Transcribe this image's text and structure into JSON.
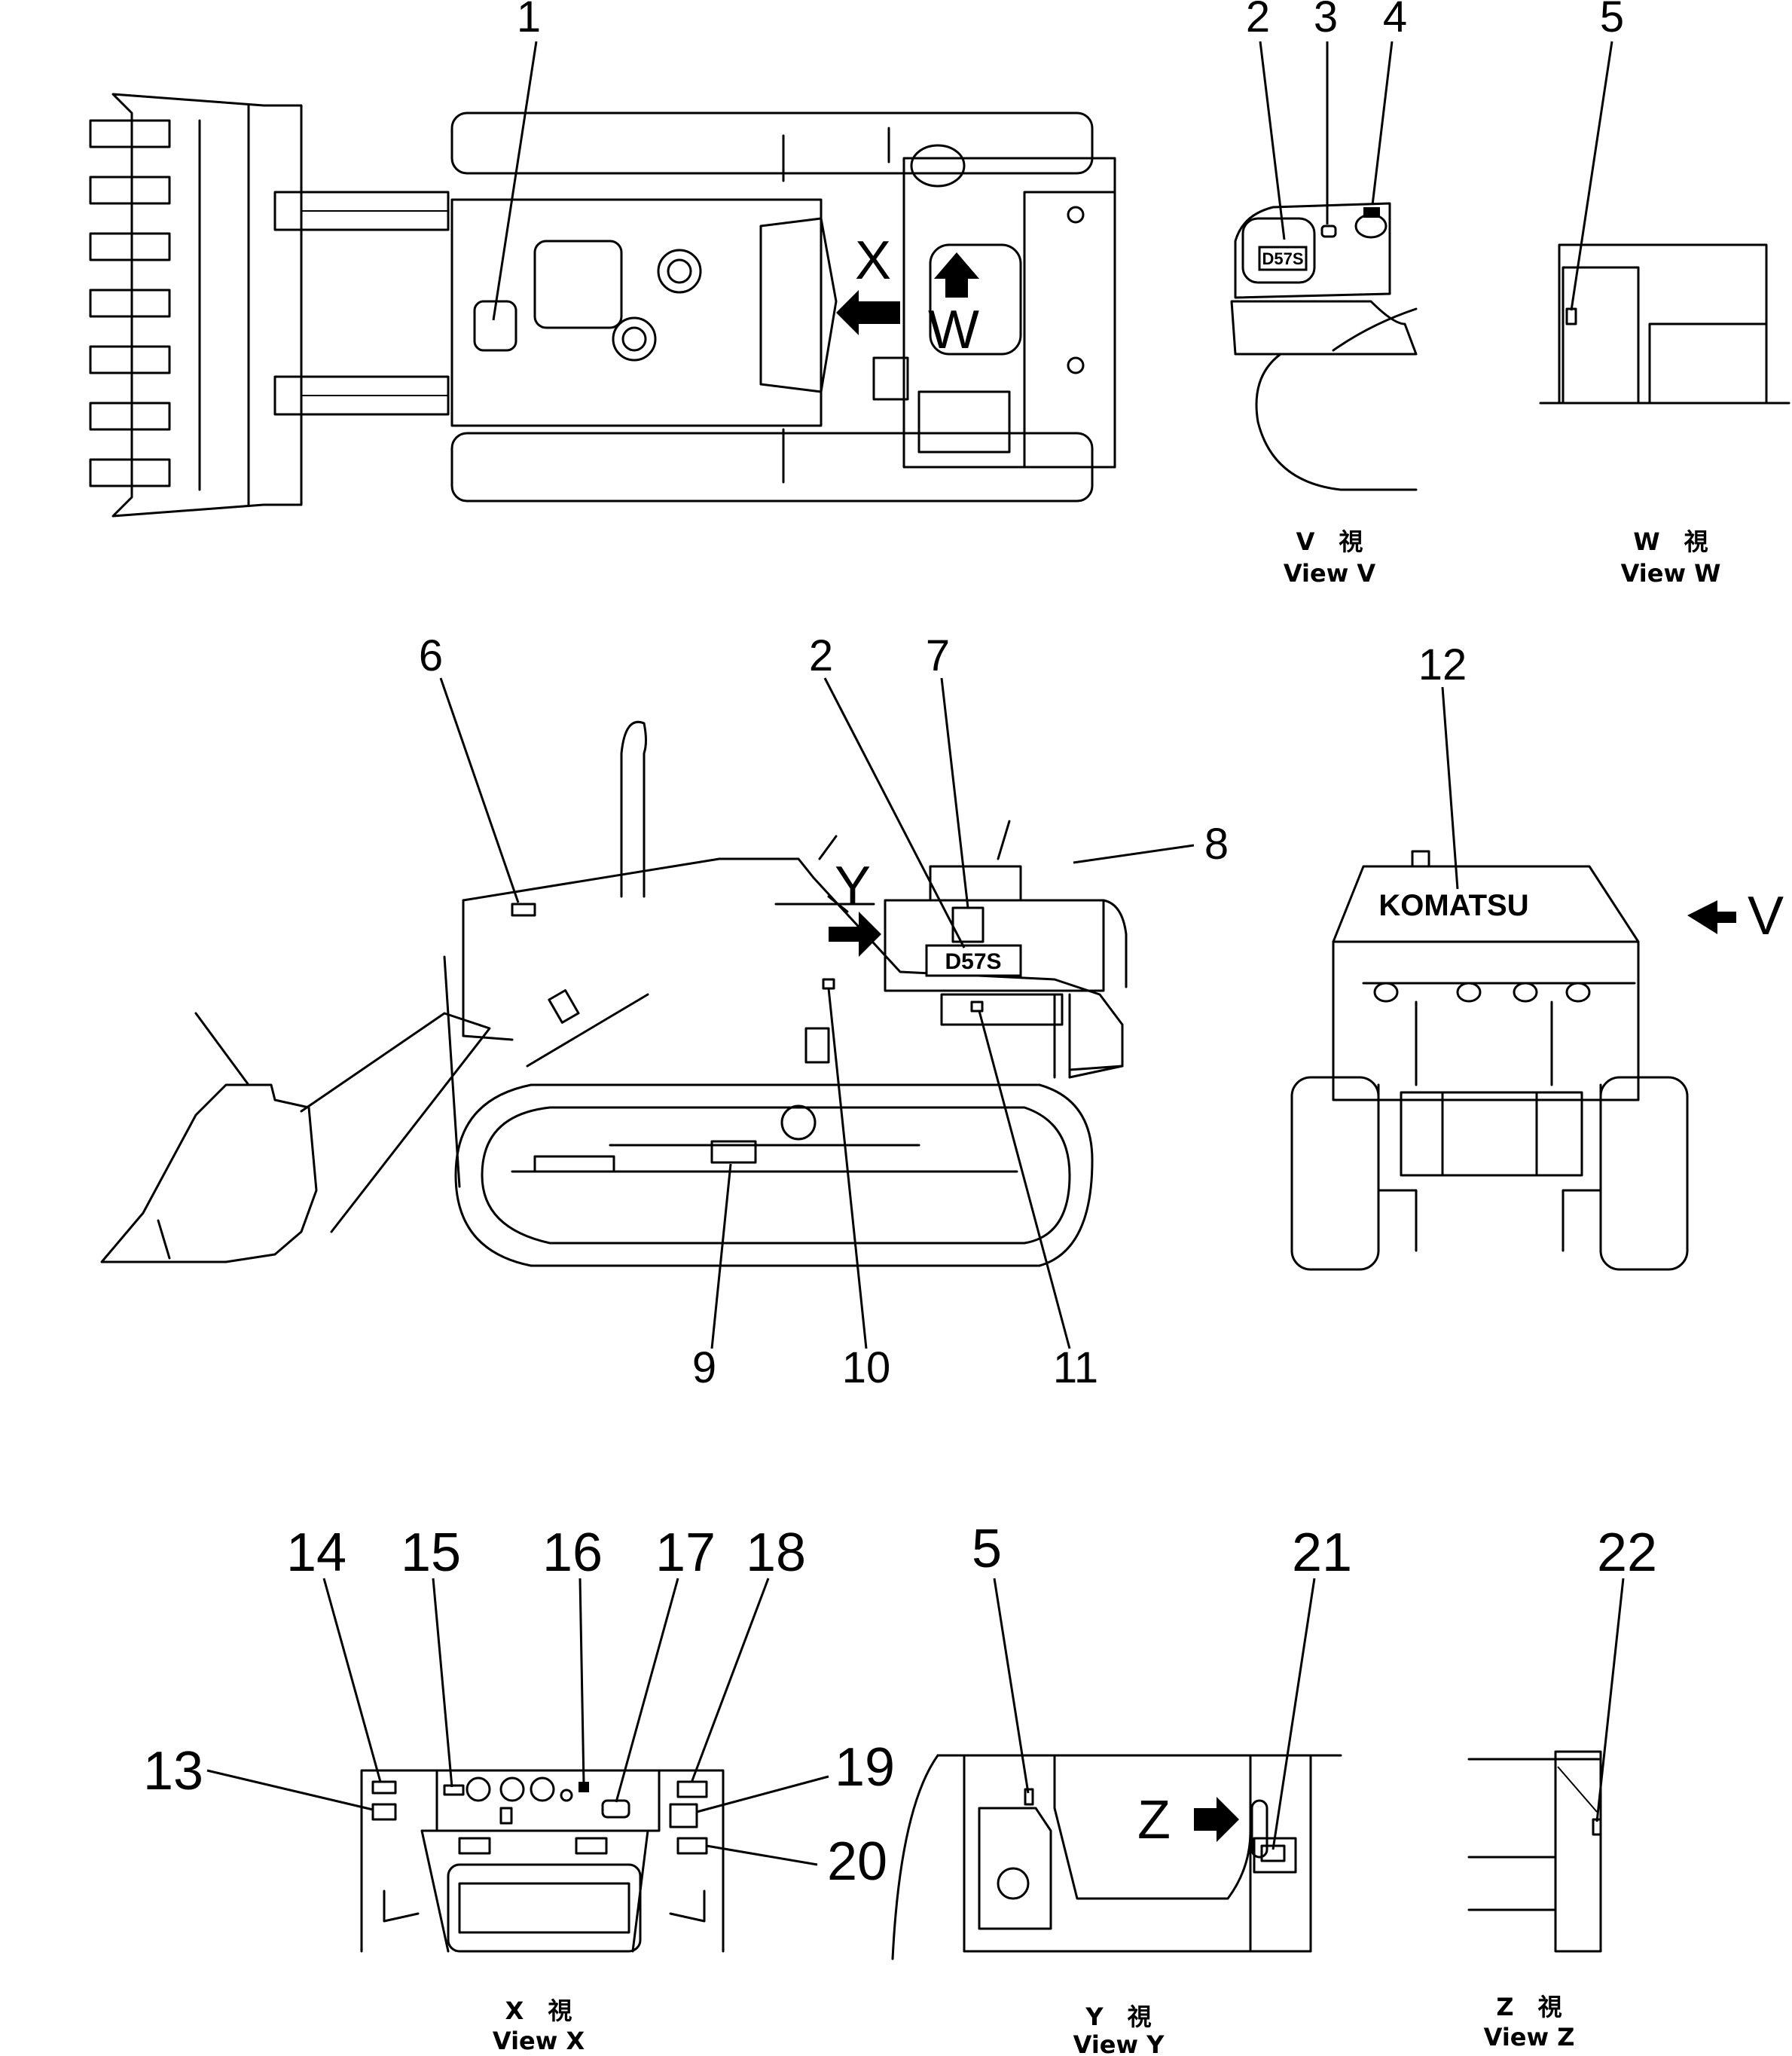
{
  "callouts": {
    "top_plan": [
      "1"
    ],
    "view_v": [
      "2",
      "3",
      "4"
    ],
    "view_w": [
      "5"
    ],
    "side": [
      "6",
      "2",
      "7",
      "8",
      "9",
      "10",
      "11"
    ],
    "rear": [
      "12"
    ],
    "view_x": [
      "13",
      "14",
      "15",
      "16",
      "17",
      "18",
      "19",
      "20"
    ],
    "view_y": [
      "5",
      "21"
    ],
    "view_z": [
      "22"
    ]
  },
  "view_letters": {
    "x": "X",
    "w": "W",
    "y": "Y",
    "v": "V",
    "z": "Z"
  },
  "model_plate": "D57S",
  "brand": "KOMATSU",
  "view_captions": {
    "v": {
      "jp": "V　視",
      "en": "View  V"
    },
    "w": {
      "jp": "W　視",
      "en": "View  W"
    },
    "x": {
      "jp": "X　視",
      "en": "View  X"
    },
    "y": {
      "jp": "Y　視",
      "en": "View  Y"
    },
    "z": {
      "jp": "Z　視",
      "en": "View  Z"
    }
  }
}
